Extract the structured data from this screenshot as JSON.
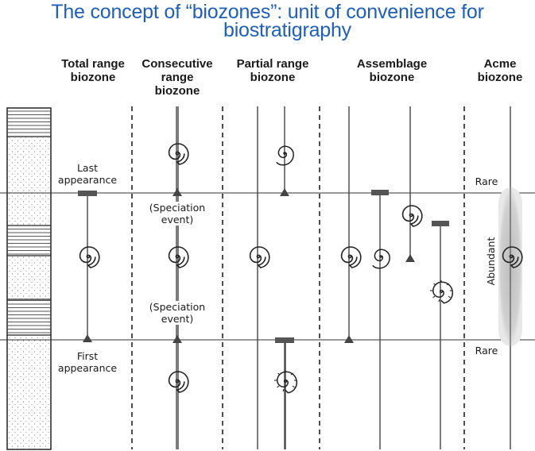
{
  "title": {
    "line1": "The concept of “biozones”: unit of convenience for",
    "line2": "biostratigraphy"
  },
  "columns": [
    {
      "heading": "Total range\nbiozone"
    },
    {
      "heading": "Consecutive\nrange\nbiozone"
    },
    {
      "heading": "Partial range\nbiozone"
    },
    {
      "heading": "Assemblage\nbiozone"
    },
    {
      "heading": "Acme\nbiozone"
    }
  ],
  "labels": {
    "last_appearance": "Last\nappearance",
    "first_appearance": "First\nappearance",
    "speciation_upper": "(Speciation\nevent)",
    "speciation_lower": "(Speciation\nevent)",
    "rare_upper": "Rare",
    "rare_lower": "Rare",
    "abundant": "Abundant"
  },
  "colors": {
    "title": "#1f5fb8",
    "line": "#333333",
    "marker": "#555555",
    "acme_fill": "#c8c8c8"
  },
  "icons": [
    "ammonite-icon",
    "first-appearance-triangle-icon",
    "last-appearance-bar-icon"
  ]
}
